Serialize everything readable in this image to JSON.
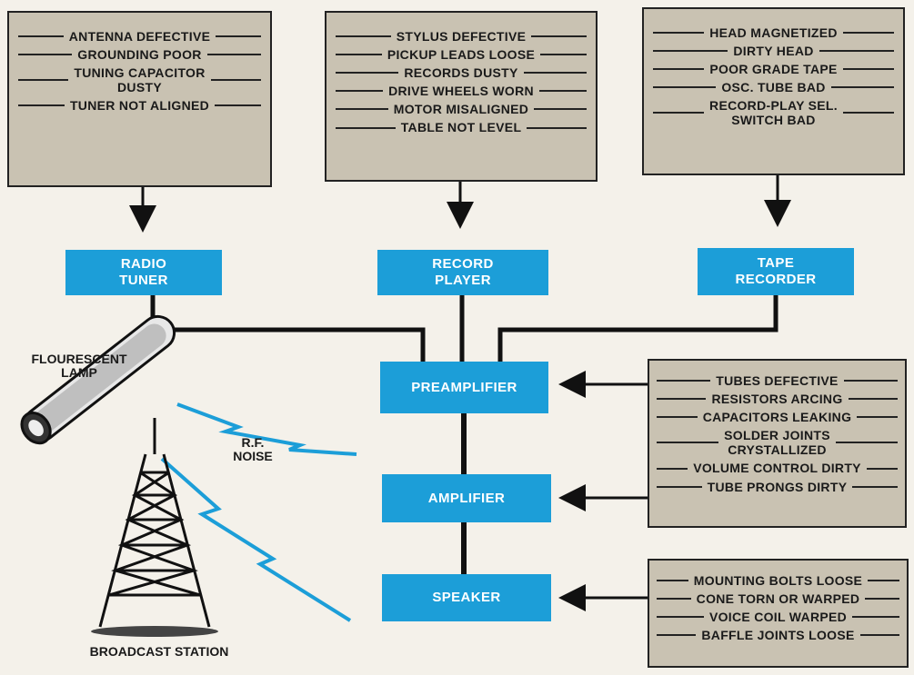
{
  "fault_notes": {
    "radio": [
      "ANTENNA DEFECTIVE",
      "GROUNDING POOR",
      "TUNING CAPACITOR\nDUSTY",
      "TUNER NOT ALIGNED"
    ],
    "record": [
      "STYLUS DEFECTIVE",
      "PICKUP LEADS LOOSE",
      "RECORDS DUSTY",
      "DRIVE WHEELS WORN",
      "MOTOR MISALIGNED",
      "TABLE NOT LEVEL"
    ],
    "tape": [
      "HEAD MAGNETIZED",
      "DIRTY HEAD",
      "POOR GRADE TAPE",
      "OSC. TUBE BAD",
      "RECORD-PLAY SEL.\nSWITCH BAD"
    ],
    "amplifier": [
      "TUBES DEFECTIVE",
      "RESISTORS ARCING",
      "CAPACITORS LEAKING",
      "SOLDER JOINTS\nCRYSTALLIZED",
      "VOLUME CONTROL DIRTY",
      "TUBE PRONGS DIRTY"
    ],
    "speaker": [
      "MOUNTING BOLTS LOOSE",
      "CONE TORN OR WARPED",
      "VOICE COIL WARPED",
      "BAFFLE JOINTS LOOSE"
    ]
  },
  "blocks": {
    "radio_tuner": "RADIO\nTUNER",
    "record_player": "RECORD\nPLAYER",
    "tape_recorder": "TAPE\nRECORDER",
    "preamplifier": "PREAMPLIFIER",
    "amplifier": "AMPLIFIER",
    "speaker": "SPEAKER"
  },
  "labels": {
    "lamp": "FLOURESCENT\nLAMP",
    "rf_noise": "R.F.\nNOISE",
    "broadcast": "BROADCAST STATION"
  },
  "colors": {
    "block": "#1c9ed8",
    "note": "#c9c2b2",
    "noise": "#1c9ed8"
  }
}
